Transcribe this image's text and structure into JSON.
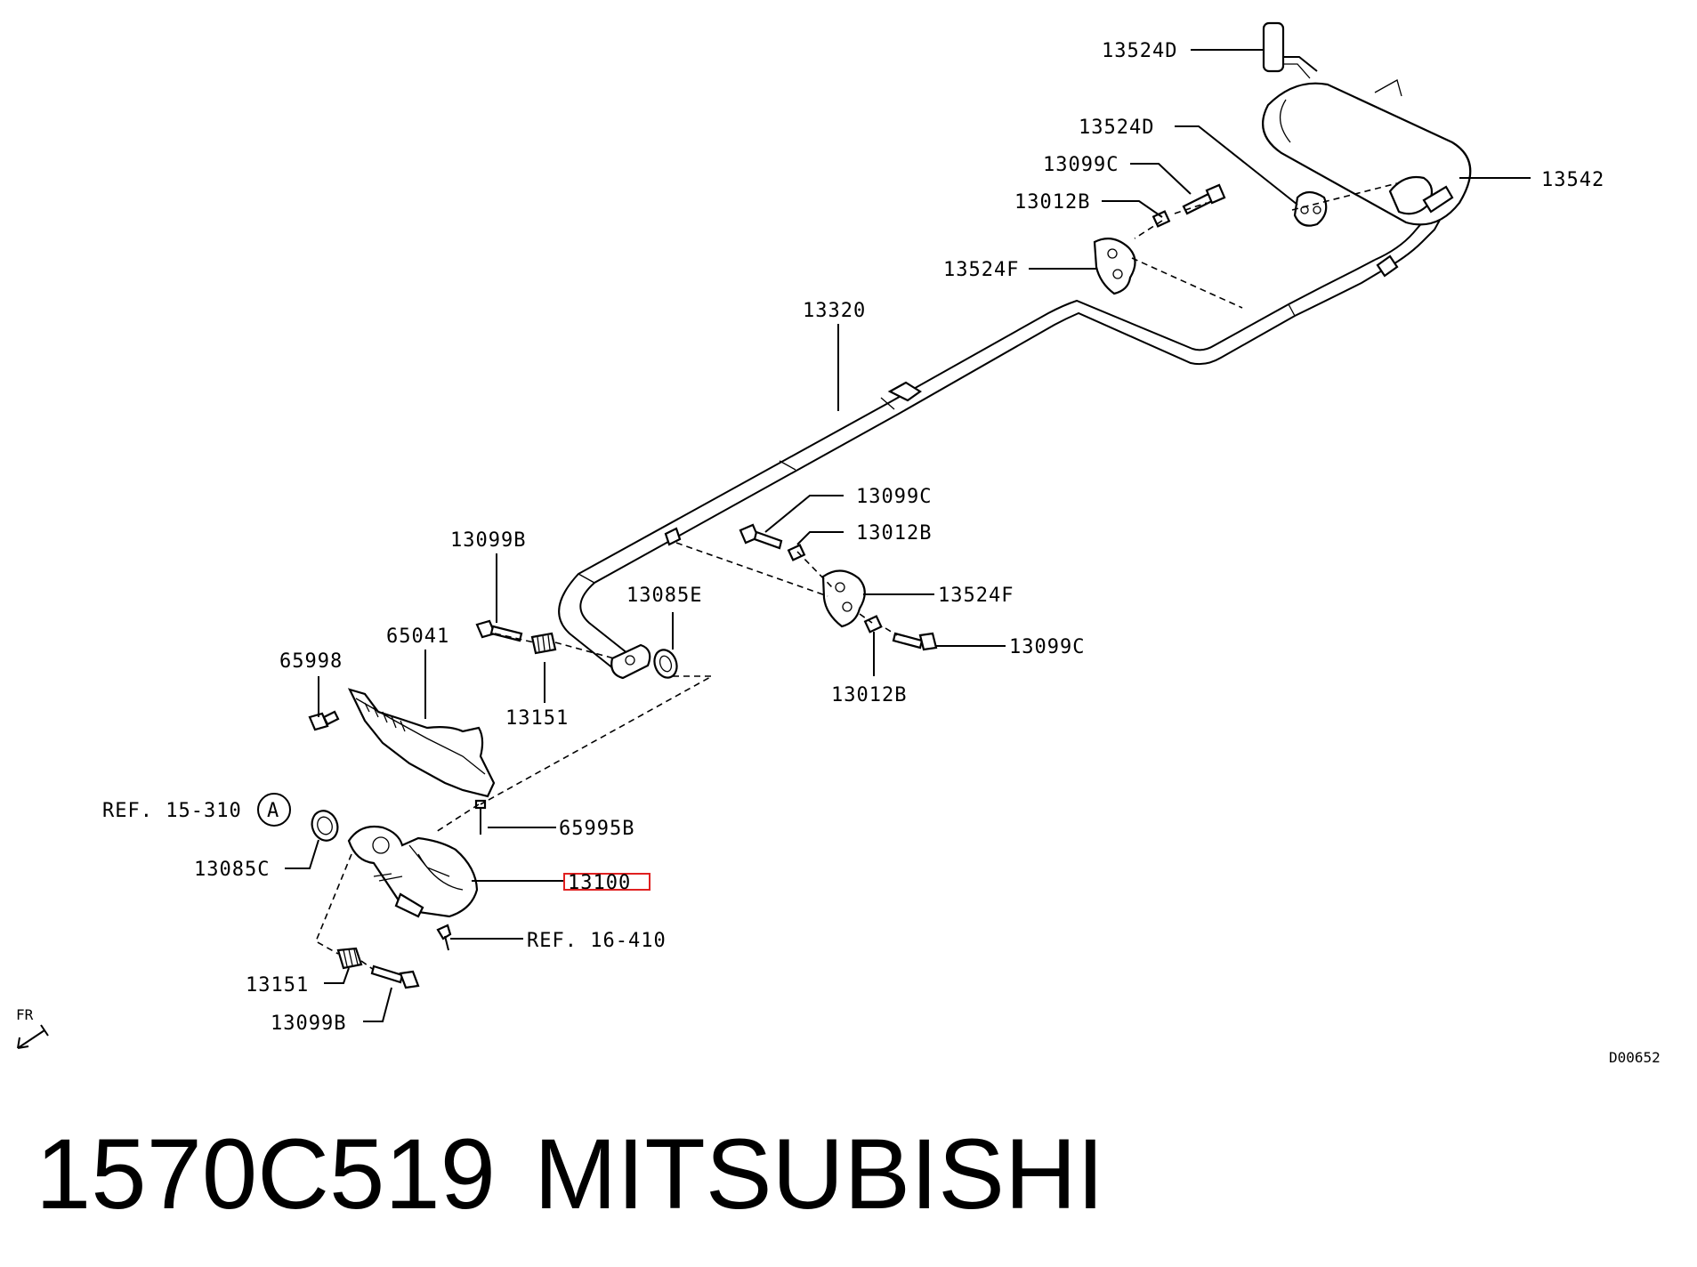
{
  "callouts": {
    "c_13524D_top": "13524D",
    "c_13524D_mid": "13524D",
    "c_13099C_top": "13099C",
    "c_13012B_top": "13012B",
    "c_13524F_top": "13524F",
    "c_13542": "13542",
    "c_13320": "13320",
    "c_13099C_mid": "13099C",
    "c_13012B_mid": "13012B",
    "c_13524F_mid": "13524F",
    "c_13099C_low": "13099C",
    "c_13012B_low": "13012B",
    "c_13099B_top": "13099B",
    "c_13085E": "13085E",
    "c_65041": "65041",
    "c_65998": "65998",
    "c_13151_top": "13151",
    "c_ref15": "REF. 15-310",
    "c_circleA": "A",
    "c_65995B": "65995B",
    "c_13085C": "13085C",
    "c_13100": "13100",
    "c_ref16": "REF. 16-410",
    "c_13151_bot": "13151",
    "c_13099B_bot": "13099B",
    "c_fr": "FR",
    "c_diagram_code": "D00652"
  },
  "caption": {
    "part_number": "1570C519",
    "brand": "MITSUBISHI"
  },
  "highlight": {
    "color": "#e02020",
    "target": "13100"
  }
}
